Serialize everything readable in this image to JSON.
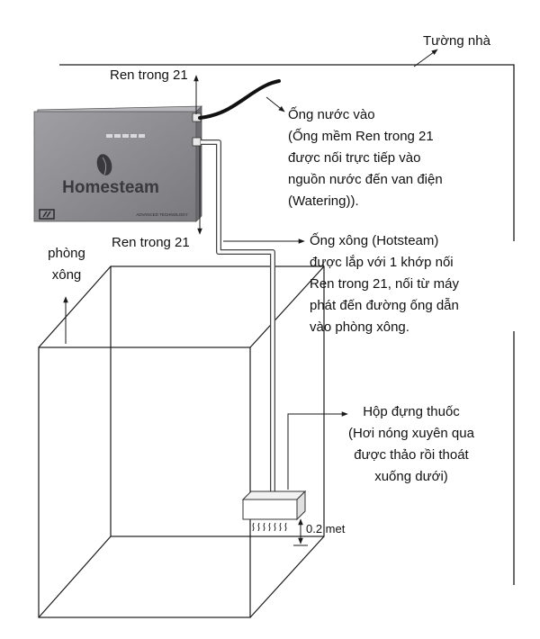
{
  "labels": {
    "wall": "Tường nhà",
    "ren_top": "Ren trong 21",
    "ren_bottom": "Ren trong 21",
    "room": [
      "phòng",
      "xông"
    ],
    "water_inlet": [
      "Ống nước vào",
      "(Ống mềm Ren trong 21",
      "được nối trực tiếp vào",
      "nguồn nước đến van điện",
      "(Watering))."
    ],
    "steam_pipe": [
      "Ống xông (Hotsteam)",
      "được lắp với 1 khớp nối",
      "Ren trong 21, nối từ máy",
      "phát đến đường ống dẫn",
      "vào phòng xông."
    ],
    "herb_box": [
      "Hộp đựng thuốc",
      "(Hơi nóng xuyên qua",
      "được thảo rồi thoát",
      "xuống dưới)"
    ],
    "distance": "0.2 met"
  },
  "device": {
    "brand": "Homesteam",
    "tagline": "ADVANCED TECHNOLOGY"
  },
  "colors": {
    "device_body": "#8e8e92",
    "device_top": "#b4b4b8",
    "line": "#1a1a1a"
  }
}
